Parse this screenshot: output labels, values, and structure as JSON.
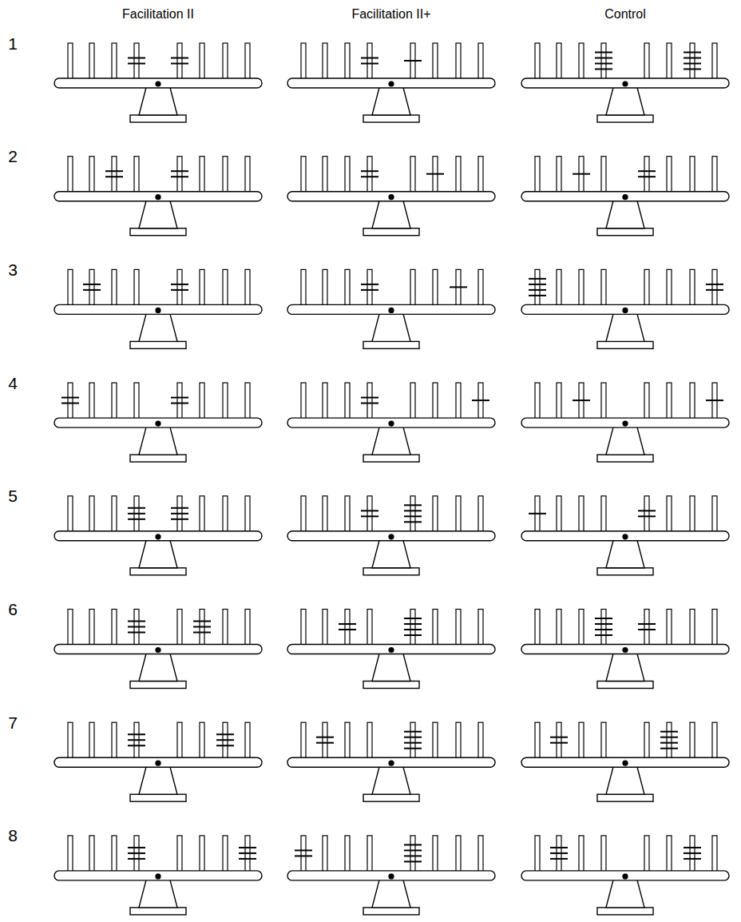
{
  "diagram": {
    "labels": [
      "Facilitation II",
      "Facilitation II+",
      "Control",
      "1",
      "2",
      "3",
      "4",
      "5",
      "6",
      "7",
      "8"
    ]
  }
}
